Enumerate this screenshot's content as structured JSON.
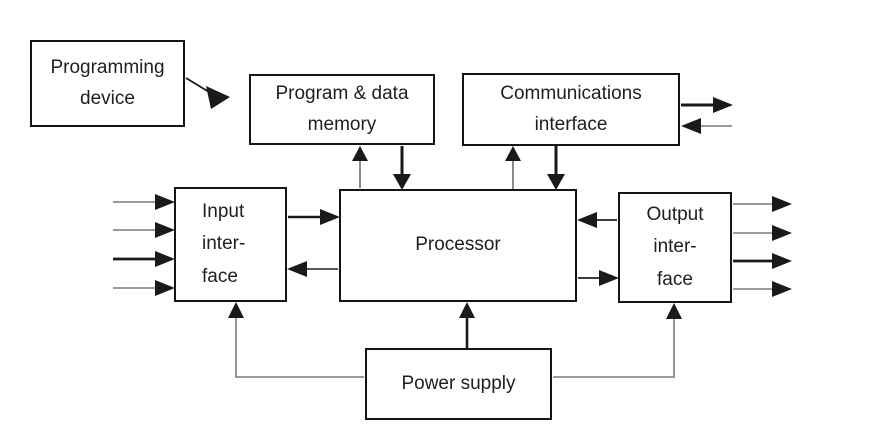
{
  "diagram": {
    "type": "block-diagram",
    "nodes": {
      "programming_device": {
        "label": "Programming\ndevice"
      },
      "program_data_memory": {
        "label": "Program & data\nmemory"
      },
      "communications_interface": {
        "label": "Communications\ninterface"
      },
      "input_interface": {
        "label": "Input\ninter-\nface"
      },
      "processor": {
        "label": "Processor"
      },
      "output_interface": {
        "label": "Output\ninter-\nface"
      },
      "power_supply": {
        "label": "Power supply"
      }
    },
    "edges": [
      {
        "from": "programming_device",
        "to": "program_data_memory"
      },
      {
        "from": "processor",
        "to": "program_data_memory"
      },
      {
        "from": "program_data_memory",
        "to": "processor"
      },
      {
        "from": "processor",
        "to": "communications_interface"
      },
      {
        "from": "communications_interface",
        "to": "processor"
      },
      {
        "from": "communications_interface",
        "to": "external-right",
        "count": 1
      },
      {
        "from": "external-right",
        "to": "communications_interface",
        "count": 1
      },
      {
        "from": "external-left",
        "to": "input_interface",
        "count": 4
      },
      {
        "from": "input_interface",
        "to": "processor"
      },
      {
        "from": "processor",
        "to": "input_interface"
      },
      {
        "from": "output_interface",
        "to": "processor"
      },
      {
        "from": "processor",
        "to": "output_interface"
      },
      {
        "from": "output_interface",
        "to": "external-right",
        "count": 4
      },
      {
        "from": "power_supply",
        "to": "processor"
      },
      {
        "from": "power_supply",
        "to": "input_interface"
      },
      {
        "from": "power_supply",
        "to": "output_interface"
      }
    ],
    "line_counts": {
      "external_inputs": 4,
      "external_outputs": 4,
      "comm_lines": 2
    },
    "colors": {
      "background": "#ffffff",
      "box_border": "#151515",
      "text": "#1e1e24",
      "line_black": "#1a1a1a",
      "line_gray": "#8c8c8c"
    }
  }
}
